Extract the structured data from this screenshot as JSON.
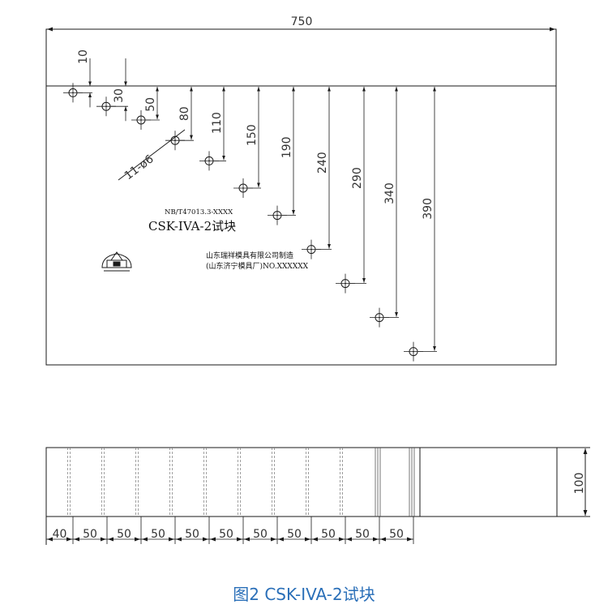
{
  "top_view": {
    "overall_width_label": "750",
    "depth_labels": [
      "10",
      "30",
      "50",
      "80",
      "110",
      "150",
      "190",
      "240",
      "290",
      "340",
      "390"
    ],
    "hole_spec": "11-ø6",
    "standard_code": "NB/T47013.3-XXXX",
    "block_name": "CSK-IVA-2试块",
    "maker_line1": "山东瑞祥模具有限公司制造",
    "maker_line2": "(山东济宁模具厂)NO.XXXXXX"
  },
  "side_view": {
    "height_label": "100",
    "spacing_labels": [
      "40",
      "50",
      "50",
      "50",
      "50",
      "50",
      "50",
      "50",
      "50",
      "50",
      "50"
    ]
  },
  "caption": "图2 CSK-IVA-2试块",
  "colors": {
    "line": "#1a1a1a",
    "caption": "#2a6fb8",
    "hidden": "#888888"
  }
}
